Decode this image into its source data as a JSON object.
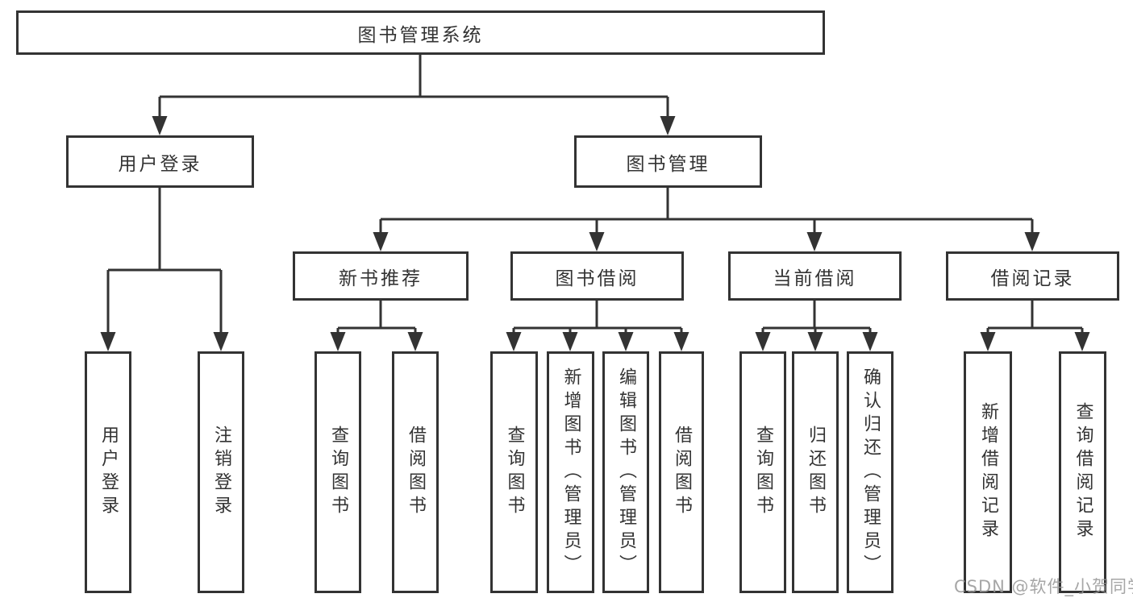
{
  "title": {
    "label": "图书管理系统"
  },
  "level2": [
    {
      "label": "用户登录"
    },
    {
      "label": "图书管理"
    }
  ],
  "level3": [
    {
      "label": "新书推荐"
    },
    {
      "label": "图书借阅"
    },
    {
      "label": "当前借阅"
    },
    {
      "label": "借阅记录"
    }
  ],
  "leaves": {
    "userLogin": [
      "用户登录",
      "注销登录"
    ],
    "newBooks": [
      "查询图书",
      "借阅图书"
    ],
    "bookBorrow": [
      "查询图书",
      "新增图书（管理员）",
      "编辑图书（管理员）",
      "借阅图书"
    ],
    "currentBorrow": [
      "查询图书",
      "归还图书",
      "确认归还（管理员）"
    ],
    "borrowRecords": [
      "新增借阅记录",
      "查询借阅记录"
    ]
  },
  "watermark": "CSDN @软件_小贺同学",
  "colors": {
    "line": "#333333",
    "text": "#333333",
    "background": "#ffffff",
    "watermark": "#969696"
  }
}
